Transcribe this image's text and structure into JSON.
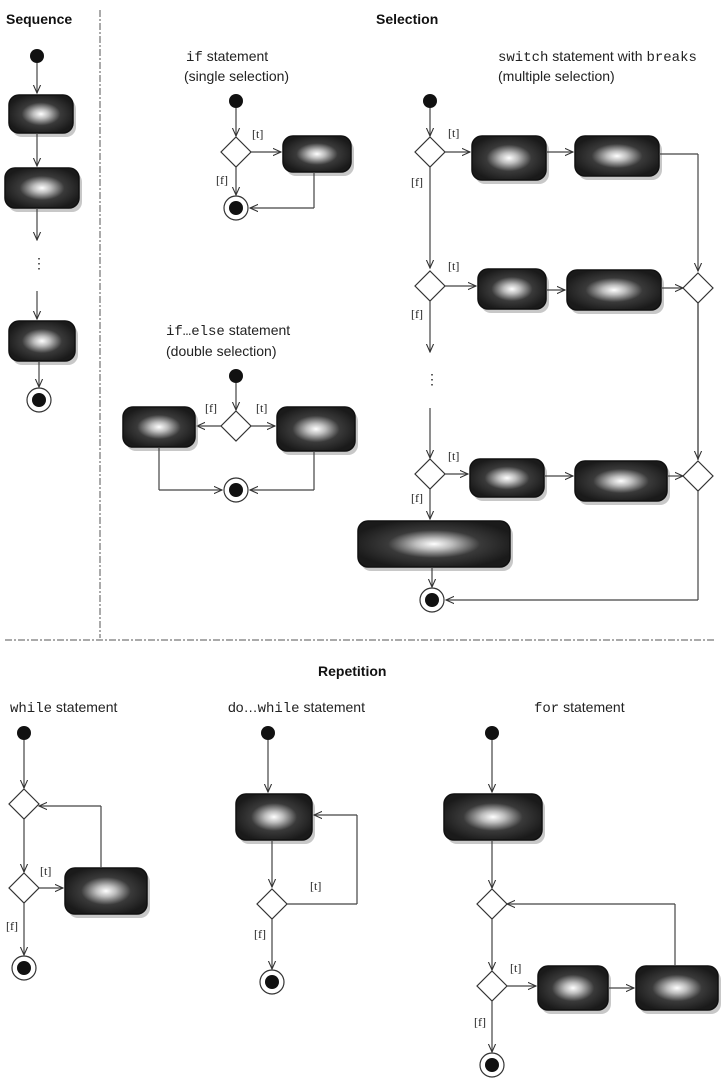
{
  "headers": {
    "sequence": "Sequence",
    "selection": "Selection",
    "repetition": "Repetition"
  },
  "captions": {
    "if_kw": "if",
    "if_rest": " statement",
    "if_sub": "(single selection)",
    "ifelse_kw": "if…else",
    "ifelse_rest": " statement",
    "ifelse_sub": "(double selection)",
    "switch_kw": "switch",
    "switch_mid": " statement with ",
    "switch_kw2": "breaks",
    "switch_sub": "(multiple selection)",
    "while_kw": "while",
    "while_rest": " statement",
    "dowhile_pre": "do…",
    "dowhile_kw": "while",
    "dowhile_rest": " statement",
    "for_kw": "for",
    "for_rest": " statement"
  },
  "guards": {
    "true": "[t]",
    "false": "[f]"
  },
  "ellipsis": "⋮"
}
